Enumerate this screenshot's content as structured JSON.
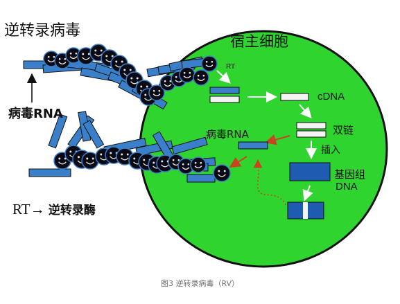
{
  "labels": {
    "retrovirus": "逆转录病毒",
    "host_cell": "宿主细胞",
    "rt_small": "RT",
    "cdna": "cDNA",
    "double_strand": "双链",
    "viral_rna_inner": "病毒RNA",
    "insertion": "插入",
    "genome_dna_line1": "基因组",
    "genome_dna_line2": "DNA",
    "viral_rna_outer": "病毒RNA",
    "rt_abbrev": "RT",
    "rt_arrow": "→",
    "rt_enzyme": "逆转录酶",
    "caption": "图3  逆转录病毒（RV）"
  },
  "colors": {
    "cell_fill": "#2fd42f",
    "cell_stroke": "#111111",
    "strand_blue": "#3a7fc9",
    "strand_white": "#f4f4f4",
    "enzyme_black": "#0a0a14",
    "arrow_white": "#ffffff",
    "arrow_red": "#c8451f",
    "genome_dark": "#1f5bb0",
    "caption_gray": "#6f6f6f"
  },
  "icons": {
    "enzyme": "smiley-face-icon"
  }
}
